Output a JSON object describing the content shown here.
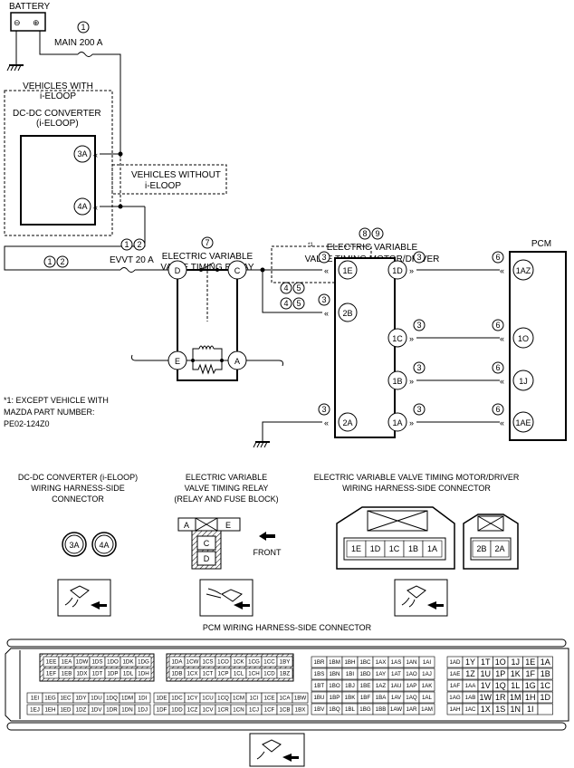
{
  "battery": {
    "label": "BATTERY",
    "minus": "⊖",
    "plus": "⊕"
  },
  "fuse_main": {
    "callout": "1",
    "label": "MAIN 200 A"
  },
  "iEloop": {
    "group_label_line1": "VEHICLES WITH",
    "group_label_line2": "i-ELOOP",
    "converter_line1": "DC-DC CONVERTER",
    "converter_line2": "(i-ELOOP)",
    "pin_3a": "3A",
    "pin_4a": "4A",
    "without_line1": "VEHICLES WITHOUT",
    "without_line2": "i-ELOOP"
  },
  "fuse_evvt": {
    "callout1": "1",
    "callout2": "2",
    "label": "EVVT 20 A"
  },
  "wire_callouts": {
    "left1": "1",
    "left2": "2",
    "c4": "4",
    "c5": "5",
    "c4b": "4",
    "c5b": "5"
  },
  "relay": {
    "callout": "7",
    "title_line1": "ELECTRIC VARIABLE",
    "title_line2": "VALVE TIMING RELAY",
    "pin_d": "D",
    "pin_c": "C",
    "pin_e": "E",
    "pin_a": "A"
  },
  "motor": {
    "callout1": "8",
    "callout2": "9",
    "title_line1": "ELECTRIC VARIABLE",
    "title_line2": "VALVE TIMING MOTOR/DRIVER",
    "pin_1e": "1E",
    "pin_2b": "2B",
    "pin_2a": "2A",
    "pin_1d": "1D",
    "pin_1c": "1C",
    "pin_1b": "1B",
    "pin_1a": "1A",
    "asterisk": "*1"
  },
  "pcm": {
    "title": "PCM",
    "pin_1az": "1AZ",
    "pin_1o": "1O",
    "pin_1j": "1J",
    "pin_1ae": "1AE"
  },
  "callout_3": "3",
  "callout_6": "6",
  "footnote": {
    "line1": "*1: EXCEPT VEHICLE WITH",
    "line2": "MAZDA PART NUMBER:",
    "line3": "PE02-124Z0"
  },
  "conn_dcdc": {
    "line1": "DC-DC CONVERTER (i-ELOOP)",
    "line2": "WIRING HARNESS-SIDE",
    "line3": "CONNECTOR",
    "pin_3a": "3A",
    "pin_4a": "4A"
  },
  "conn_relay": {
    "line1": "ELECTRIC VARIABLE",
    "line2": "VALVE TIMING RELAY",
    "line3": "(RELAY AND FUSE BLOCK)",
    "pin_a": "A",
    "pin_e": "E",
    "pin_c": "C",
    "pin_d": "D",
    "front": "FRONT"
  },
  "conn_motor": {
    "line1": "ELECTRIC VARIABLE VALVE TIMING MOTOR/DRIVER",
    "line2": "WIRING HARNESS-SIDE CONNECTOR",
    "pins_main": [
      "1E",
      "1D",
      "1C",
      "1B",
      "1A"
    ],
    "pins_sub": [
      "2B",
      "2A"
    ]
  },
  "pcm_connector": {
    "title": "PCM WIRING HARNESS-SIDE CONNECTOR",
    "block1_row1": [
      "1EE",
      "1EA",
      "1DW",
      "1DS",
      "1DO",
      "1DK",
      "1DG"
    ],
    "block1_row2": [
      "1EF",
      "1EB",
      "1DX",
      "1DT",
      "1DP",
      "1DL",
      "1DH"
    ],
    "block1_row3": [
      "1EI",
      "1EG",
      "1EC",
      "1DY",
      "1DU",
      "1DQ",
      "1DM",
      "1DI"
    ],
    "block1_row4": [
      "1EJ",
      "1EH",
      "1ED",
      "1DZ",
      "1DV",
      "1DR",
      "1DN",
      "1DJ"
    ],
    "block2_row1": [
      "1DA",
      "1CW",
      "1CS",
      "1CO",
      "1CK",
      "1CG",
      "1CC",
      "1BY"
    ],
    "block2_row2": [
      "1DB",
      "1CX",
      "1CT",
      "1CP",
      "1CL",
      "1CH",
      "1CD",
      "1BZ"
    ],
    "block2_row3": [
      "1DE",
      "1DC",
      "1CY",
      "1CU",
      "1CQ",
      "1CM",
      "1CI",
      "1CE",
      "1CA",
      "1BW"
    ],
    "block2_row4": [
      "1DF",
      "1DD",
      "1CZ",
      "1CV",
      "1CR",
      "1CN",
      "1CJ",
      "1CF",
      "1CB",
      "1BX"
    ],
    "block3": [
      [
        "1BR",
        "1BM",
        "1BH",
        "1BC",
        "1AX",
        "1AS",
        "1AN",
        "1AI"
      ],
      [
        "1BS",
        "1BN",
        "1BI",
        "1BD",
        "1AY",
        "1AT",
        "1AO",
        "1AJ"
      ],
      [
        "1BT",
        "1BO",
        "1BJ",
        "1BE",
        "1AZ",
        "1AU",
        "1AP",
        "1AK"
      ],
      [
        "1BU",
        "1BP",
        "1BK",
        "1BF",
        "1BA",
        "1AV",
        "1AQ",
        "1AL"
      ],
      [
        "1BV",
        "1BQ",
        "1BL",
        "1BG",
        "1BB",
        "1AW",
        "1AR",
        "1AM"
      ]
    ],
    "block4": [
      [
        "1AD",
        "1Y",
        "1T",
        "1O",
        "1J",
        "1E",
        "1A"
      ],
      [
        "1AE",
        "1Z",
        "1U",
        "1P",
        "1K",
        "1F",
        "1B"
      ],
      [
        "1AF",
        "1AA",
        "1V",
        "1Q",
        "1L",
        "1G",
        "1C"
      ],
      [
        "1AG",
        "1AB",
        "1W",
        "1R",
        "1M",
        "1H",
        "1D"
      ],
      [
        "1AH",
        "1AC",
        "1X",
        "1S",
        "1N",
        "1I",
        ""
      ]
    ]
  }
}
